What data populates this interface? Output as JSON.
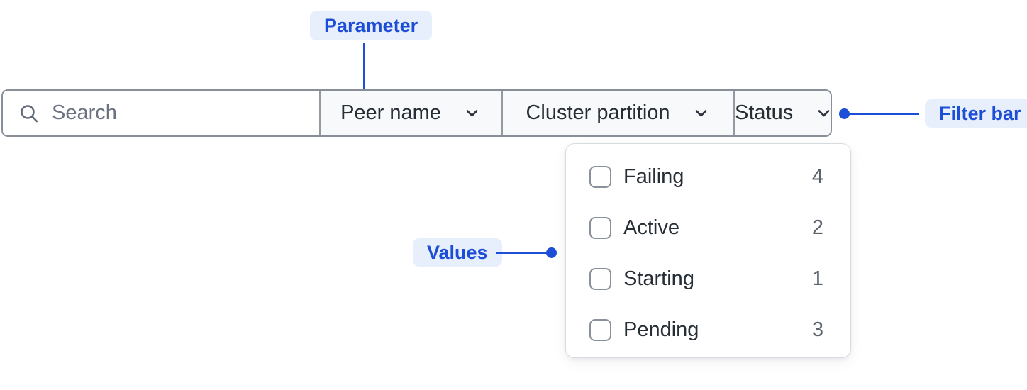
{
  "annotations": {
    "parameter_label": "Parameter",
    "values_label": "Values",
    "filter_bar_label": "Filter bar"
  },
  "filter_bar": {
    "search_placeholder": "Search",
    "dropdowns": [
      {
        "label": "Peer name"
      },
      {
        "label": "Cluster partition"
      },
      {
        "label": "Status"
      }
    ]
  },
  "status_dropdown": {
    "options": [
      {
        "label": "Failing",
        "count": "4",
        "checked": false
      },
      {
        "label": "Active",
        "count": "2",
        "checked": false
      },
      {
        "label": "Starting",
        "count": "1",
        "checked": false
      },
      {
        "label": "Pending",
        "count": "3",
        "checked": false
      }
    ]
  },
  "colors": {
    "annotation_blue": "#1d4ed8",
    "annotation_badge_bg": "#e8effc",
    "bar_border": "#898f99",
    "section_divider": "#949aa3",
    "dropdown_section_bg": "#f8f9fa",
    "text_dark": "#272e36",
    "placeholder_gray": "#6b7280",
    "count_gray": "#5a626e",
    "checkbox_border": "#8a919b",
    "panel_border": "#d7dbe0"
  }
}
